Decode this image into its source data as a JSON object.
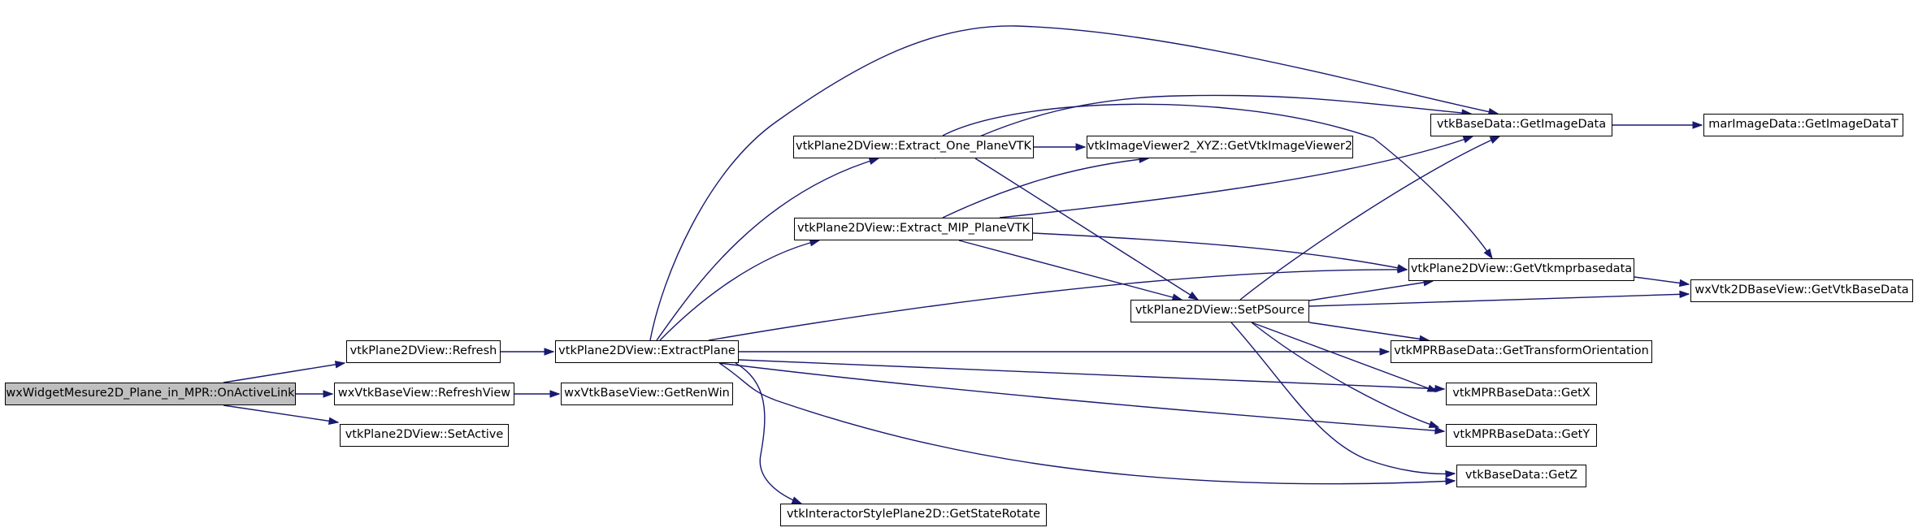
{
  "graph": {
    "nodes": {
      "onActiveLink": "wxWidgetMesure2D_Plane_in_MPR::OnActiveLink",
      "refresh": "vtkPlane2DView::Refresh",
      "refreshView": "wxVtkBaseView::RefreshView",
      "setActive": "vtkPlane2DView::SetActive",
      "extractPlane": "vtkPlane2DView::ExtractPlane",
      "getRenWin": "wxVtkBaseView::GetRenWin",
      "extractOne": "vtkPlane2DView::Extract_One_PlaneVTK",
      "extractMIP": "vtkPlane2DView::Extract_MIP_PlaneVTK",
      "getStateRotate": "vtkInteractorStylePlane2D::GetStateRotate",
      "getVtkImageViewer2": "vtkImageViewer2_XYZ::GetVtkImageViewer2",
      "setPSource": "vtkPlane2DView::SetPSource",
      "getImageData": "vtkBaseData::GetImageData",
      "getVtkmprbasedata": "vtkPlane2DView::GetVtkmprbasedata",
      "getTransformOrientation": "vtkMPRBaseData::GetTransformOrientation",
      "getX": "vtkMPRBaseData::GetX",
      "getY": "vtkMPRBaseData::GetY",
      "getZ": "vtkBaseData::GetZ",
      "getImageDataT": "marImageData::GetImageDataT",
      "getVtkBaseData": "wxVtk2DBaseView::GetVtkBaseData"
    },
    "edges": [
      [
        "onActiveLink",
        "refresh"
      ],
      [
        "onActiveLink",
        "refreshView"
      ],
      [
        "onActiveLink",
        "setActive"
      ],
      [
        "refresh",
        "extractPlane"
      ],
      [
        "refreshView",
        "getRenWin"
      ],
      [
        "extractPlane",
        "extractOne"
      ],
      [
        "extractPlane",
        "extractMIP"
      ],
      [
        "extractPlane",
        "getImageData"
      ],
      [
        "extractPlane",
        "getVtkmprbasedata"
      ],
      [
        "extractPlane",
        "getTransformOrientation"
      ],
      [
        "extractPlane",
        "getX"
      ],
      [
        "extractPlane",
        "getY"
      ],
      [
        "extractPlane",
        "getZ"
      ],
      [
        "extractPlane",
        "getStateRotate"
      ],
      [
        "extractOne",
        "getVtkImageViewer2"
      ],
      [
        "extractOne",
        "getImageData"
      ],
      [
        "extractOne",
        "getVtkmprbasedata"
      ],
      [
        "extractOne",
        "setPSource"
      ],
      [
        "extractMIP",
        "getVtkImageViewer2"
      ],
      [
        "extractMIP",
        "getImageData"
      ],
      [
        "extractMIP",
        "getVtkmprbasedata"
      ],
      [
        "extractMIP",
        "setPSource"
      ],
      [
        "setPSource",
        "getImageData"
      ],
      [
        "setPSource",
        "getVtkmprbasedata"
      ],
      [
        "setPSource",
        "getVtkBaseData"
      ],
      [
        "setPSource",
        "getTransformOrientation"
      ],
      [
        "setPSource",
        "getX"
      ],
      [
        "setPSource",
        "getY"
      ],
      [
        "setPSource",
        "getZ"
      ],
      [
        "getImageData",
        "getImageDataT"
      ],
      [
        "getVtkmprbasedata",
        "getVtkBaseData"
      ]
    ]
  },
  "colors": {
    "edge": "#191970",
    "node_border": "#000000",
    "root_fill": "#bfbfbf",
    "node_fill": "#ffffff"
  }
}
